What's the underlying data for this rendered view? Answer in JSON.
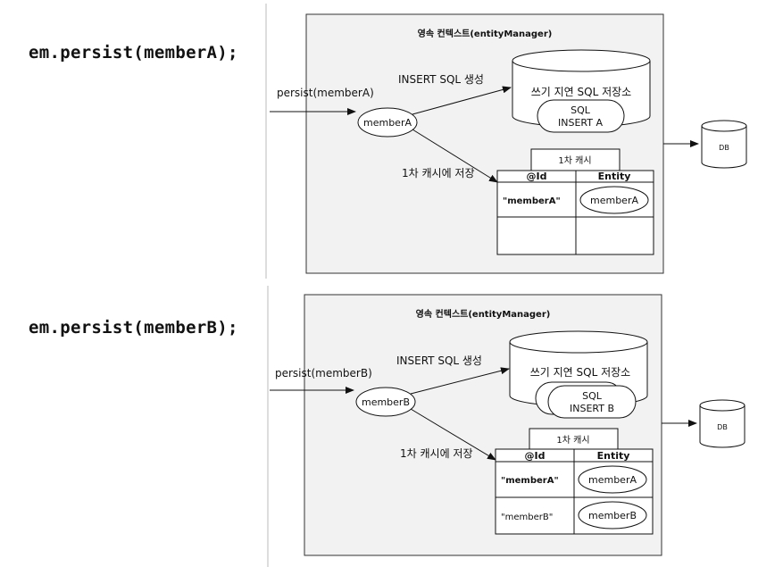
{
  "top": {
    "code": "em.persist(memberA);",
    "context_title": "영속 컨텍스트(entityManager)",
    "persist_call": "persist(memberA)",
    "member_node": "memberA",
    "insert_label": "INSERT SQL 생성",
    "store_title": "쓰기 지연 SQL 저장소",
    "sql_line1": "SQL",
    "sql_line2": "INSERT A",
    "cache_label": "1차 캐시에 저장",
    "cache_title": "1차 캐시",
    "col_id": "@Id",
    "col_entity": "Entity",
    "rows": [
      {
        "id": "\"memberA\"",
        "entity": "memberA"
      }
    ],
    "db": "DB"
  },
  "bottom": {
    "code": "em.persist(memberB);",
    "context_title": "영속 컨텍스트(entityManager)",
    "persist_call": "persist(memberB)",
    "member_node": "memberB",
    "insert_label": "INSERT SQL 생성",
    "store_title": "쓰기 지연 SQL 저장소",
    "sql_line1": "SQL",
    "sql_line2": "INSERT B",
    "cache_label": "1차 캐시에 저장",
    "cache_title": "1차 캐시",
    "col_id": "@Id",
    "col_entity": "Entity",
    "rows": [
      {
        "id": "\"memberA\"",
        "entity": "memberA"
      },
      {
        "id": "\"memberB\"",
        "entity": "memberB"
      }
    ],
    "db": "DB"
  }
}
